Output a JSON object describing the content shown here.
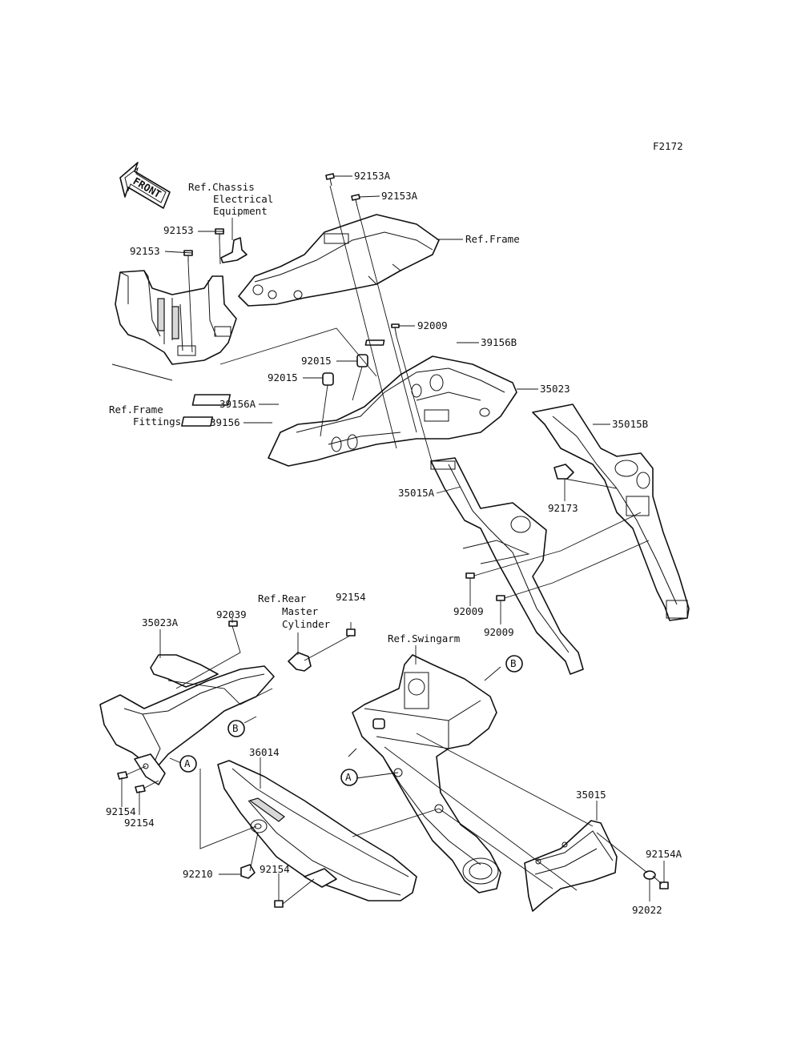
{
  "figure_code": "F2172",
  "front_arrow": "FRONT",
  "refs": {
    "chassis_line1": "Ref.Chassis",
    "chassis_line2": "Electrical",
    "chassis_line3": "Equipment",
    "frame": "Ref.Frame",
    "frame_fittings_line1": "Ref.Frame",
    "frame_fittings_line2": "Fittings",
    "rear_master_line1": "Ref.Rear",
    "rear_master_line2": "Master",
    "rear_master_line3": "Cylinder",
    "swingarm": "Ref.Swingarm"
  },
  "callouts": {
    "A": "A",
    "B": "B"
  },
  "parts": {
    "p92153A_1": "92153A",
    "p92153A_2": "92153A",
    "p92153_1": "92153",
    "p92153_2": "92153",
    "p92009_top": "92009",
    "p39156B": "39156B",
    "p92015_1": "92015",
    "p92015_2": "92015",
    "p35023": "35023",
    "p39156A": "39156A",
    "p39156": "39156",
    "p35015B": "35015B",
    "p35015A": "35015A",
    "p92173": "92173",
    "p92009_mid1": "92009",
    "p92009_mid2": "92009",
    "p35023A": "35023A",
    "p92039": "92039",
    "p92154_top": "92154",
    "p36014": "36014",
    "p92154_l1": "92154",
    "p92154_l2": "92154",
    "p92210": "92210",
    "p92154_bot": "92154",
    "p35015": "35015",
    "p92154A": "92154A",
    "p92022": "92022"
  }
}
